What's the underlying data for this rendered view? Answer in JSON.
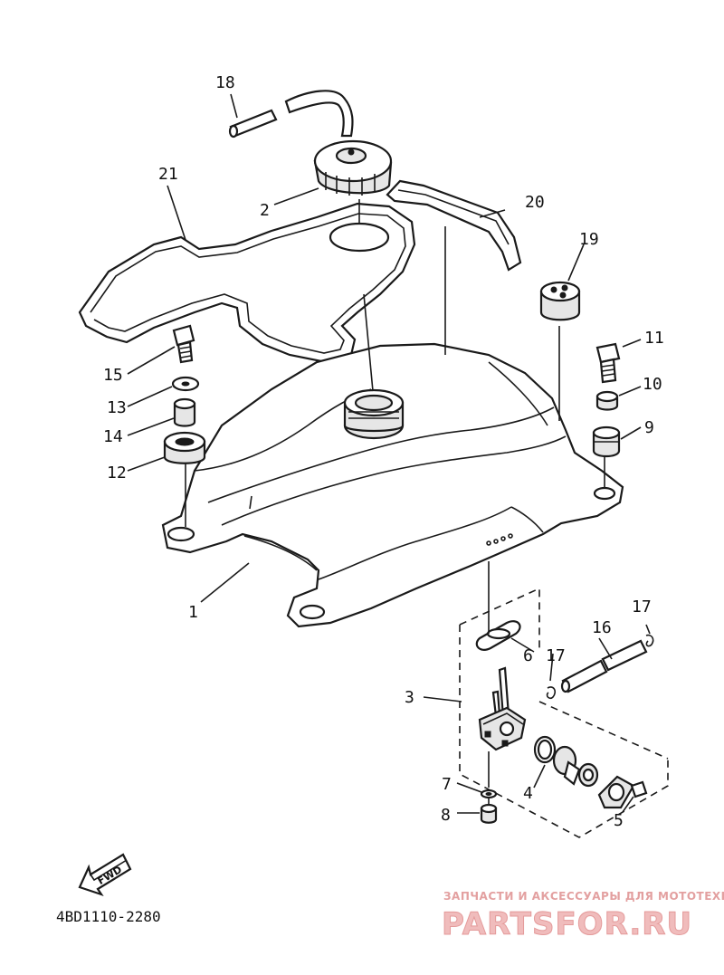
{
  "callouts": [
    {
      "id": "c1",
      "text": "1"
    },
    {
      "id": "c2",
      "text": "2"
    },
    {
      "id": "c3",
      "text": "3"
    },
    {
      "id": "c4",
      "text": "4"
    },
    {
      "id": "c5",
      "text": "5"
    },
    {
      "id": "c6",
      "text": "6"
    },
    {
      "id": "c7",
      "text": "7"
    },
    {
      "id": "c8",
      "text": "8"
    },
    {
      "id": "c9",
      "text": "9"
    },
    {
      "id": "c10",
      "text": "10"
    },
    {
      "id": "c11",
      "text": "11"
    },
    {
      "id": "c12",
      "text": "12"
    },
    {
      "id": "c13",
      "text": "13"
    },
    {
      "id": "c14",
      "text": "14"
    },
    {
      "id": "c15",
      "text": "15"
    },
    {
      "id": "c16",
      "text": "16"
    },
    {
      "id": "c17a",
      "text": "17"
    },
    {
      "id": "c17b",
      "text": "17"
    },
    {
      "id": "c18",
      "text": "18"
    },
    {
      "id": "c19",
      "text": "19"
    },
    {
      "id": "c20",
      "text": "20"
    },
    {
      "id": "c21",
      "text": "21"
    }
  ],
  "fwd_label": "FWD",
  "diagram_code": "4BD1110-2280",
  "watermark": {
    "line1": "ЗАПЧАСТИ И АКСЕССУАРЫ ДЛЯ МОТОТЕХНИКИ",
    "line2": "PARTSFOR.RU"
  }
}
